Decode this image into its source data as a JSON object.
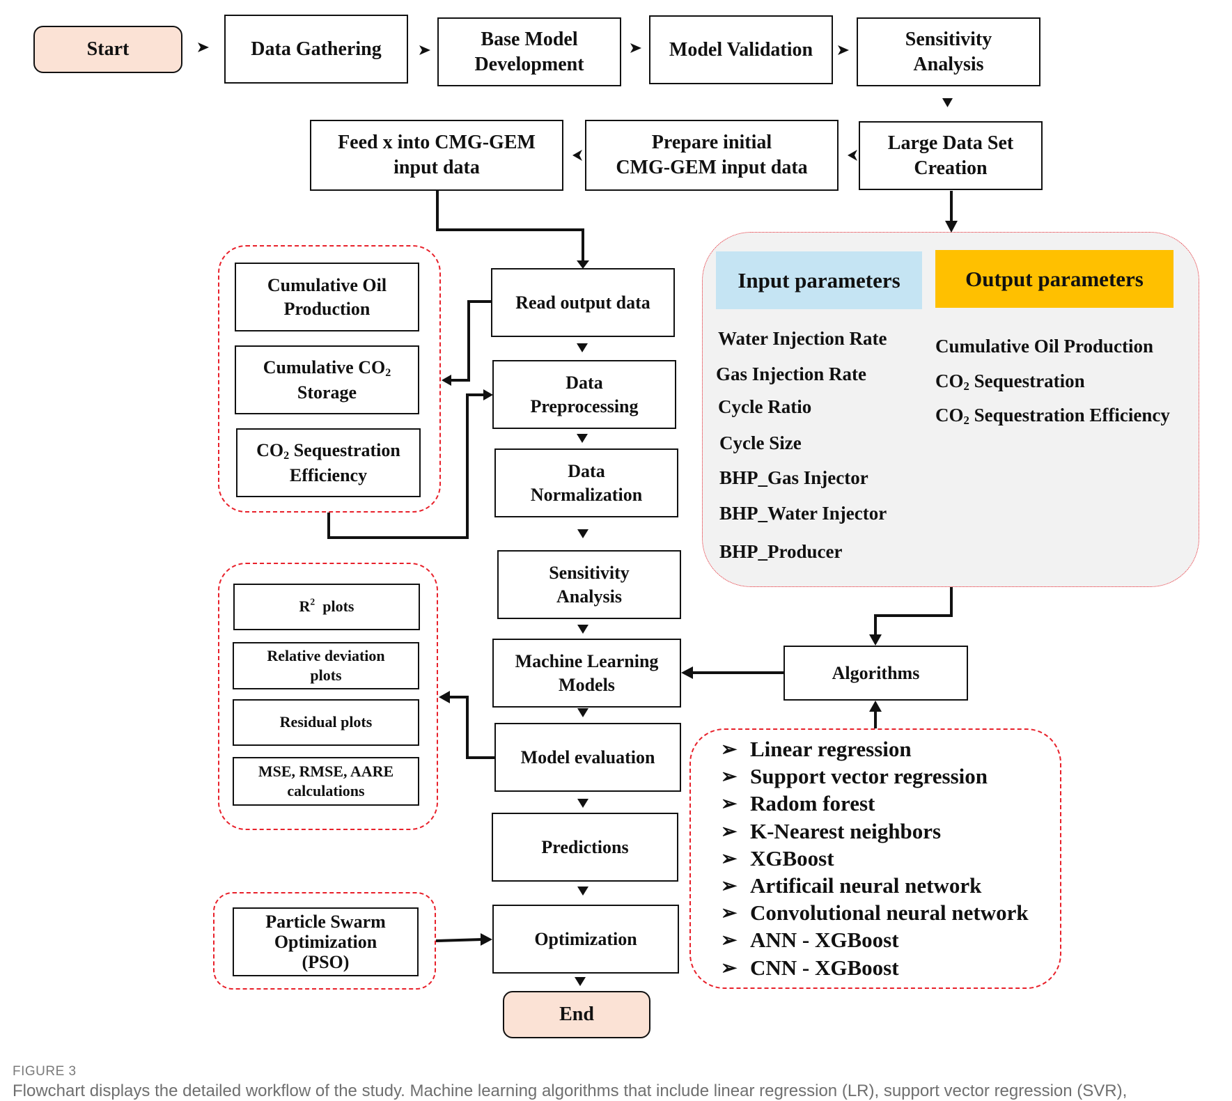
{
  "flow": {
    "start": "Start",
    "data_gathering": "Data Gathering",
    "base_model_dev": [
      "Base Model",
      "Development"
    ],
    "model_validation": "Model Validation",
    "sensitivity_top": [
      "Sensitivity",
      "Analysis"
    ],
    "large_data_set": [
      "Large Data Set",
      "Creation"
    ],
    "prepare_initial": [
      "Prepare initial",
      "CMG-GEM input data"
    ],
    "feed_x": [
      "Feed x into CMG-GEM",
      "input data"
    ],
    "read_output": "Read output data",
    "data_preprocessing": [
      "Data",
      "Preprocessing"
    ],
    "data_normalization": [
      "Data",
      "Normalization"
    ],
    "sensitivity_mid": [
      "Sensitivity",
      "Analysis"
    ],
    "ml_models": [
      "Machine Learning",
      "Models"
    ],
    "model_evaluation": "Model evaluation",
    "predictions": "Predictions",
    "optimization": "Optimization",
    "end": "End"
  },
  "outputs_group": {
    "cum_oil": [
      "Cumulative Oil",
      "Production"
    ],
    "cum_co2_a": "Cumulative CO",
    "cum_co2_sub": "2",
    "cum_co2_b": "Storage",
    "co2_eff_a": "CO",
    "co2_eff_sub": "2",
    "co2_eff_b": " Sequestration",
    "co2_eff_c": "Efficiency"
  },
  "eval_group": {
    "r2_a": "R",
    "r2_sup": "2",
    "r2_b": "  plots",
    "relative_dev": [
      "Relative deviation",
      "plots"
    ],
    "residual": "Residual plots",
    "mse": [
      "MSE, RMSE, AARE",
      "calculations"
    ]
  },
  "pso": [
    "Particle Swarm",
    "Optimization",
    "(PSO)"
  ],
  "parameters": {
    "input_header": "Input parameters",
    "output_header": "Output parameters",
    "header_colors": {
      "input": "#c5e4f3",
      "output": "#ffc000"
    },
    "inputs": [
      "Water Injection Rate",
      "Gas Injection Rate",
      "Cycle Ratio",
      "Cycle Size",
      "BHP_Gas Injector",
      "BHP_Water Injector",
      "BHP_Producer"
    ],
    "out_cum_oil": "Cumulative Oil Production",
    "out_co2_seq_a": "CO",
    "out_co2_seq_sub": "2",
    "out_co2_seq_b": " Sequestration",
    "out_co2_eff_a": "CO",
    "out_co2_eff_sub": "2",
    "out_co2_eff_b": " Sequestration Efficiency"
  },
  "algorithms": {
    "label": "Algorithms",
    "bullet": "➢",
    "items": [
      "Linear regression",
      "Support vector regression",
      "Radom forest",
      "K-Nearest neighbors",
      "XGBoost",
      "Artificail neural network",
      "Convolutional neural network",
      "ANN - XGBoost",
      "CNN - XGBoost"
    ]
  },
  "figure": {
    "label": "FIGURE 3",
    "caption": "Flowchart displays the detailed workflow of the study. Machine learning algorithms that include linear regression (LR), support vector regression (SVR),"
  },
  "colors": {
    "accent_red": "#e8202a",
    "terminal_fill": "#fbe2d5",
    "panel_gray": "#f2f2f2"
  }
}
